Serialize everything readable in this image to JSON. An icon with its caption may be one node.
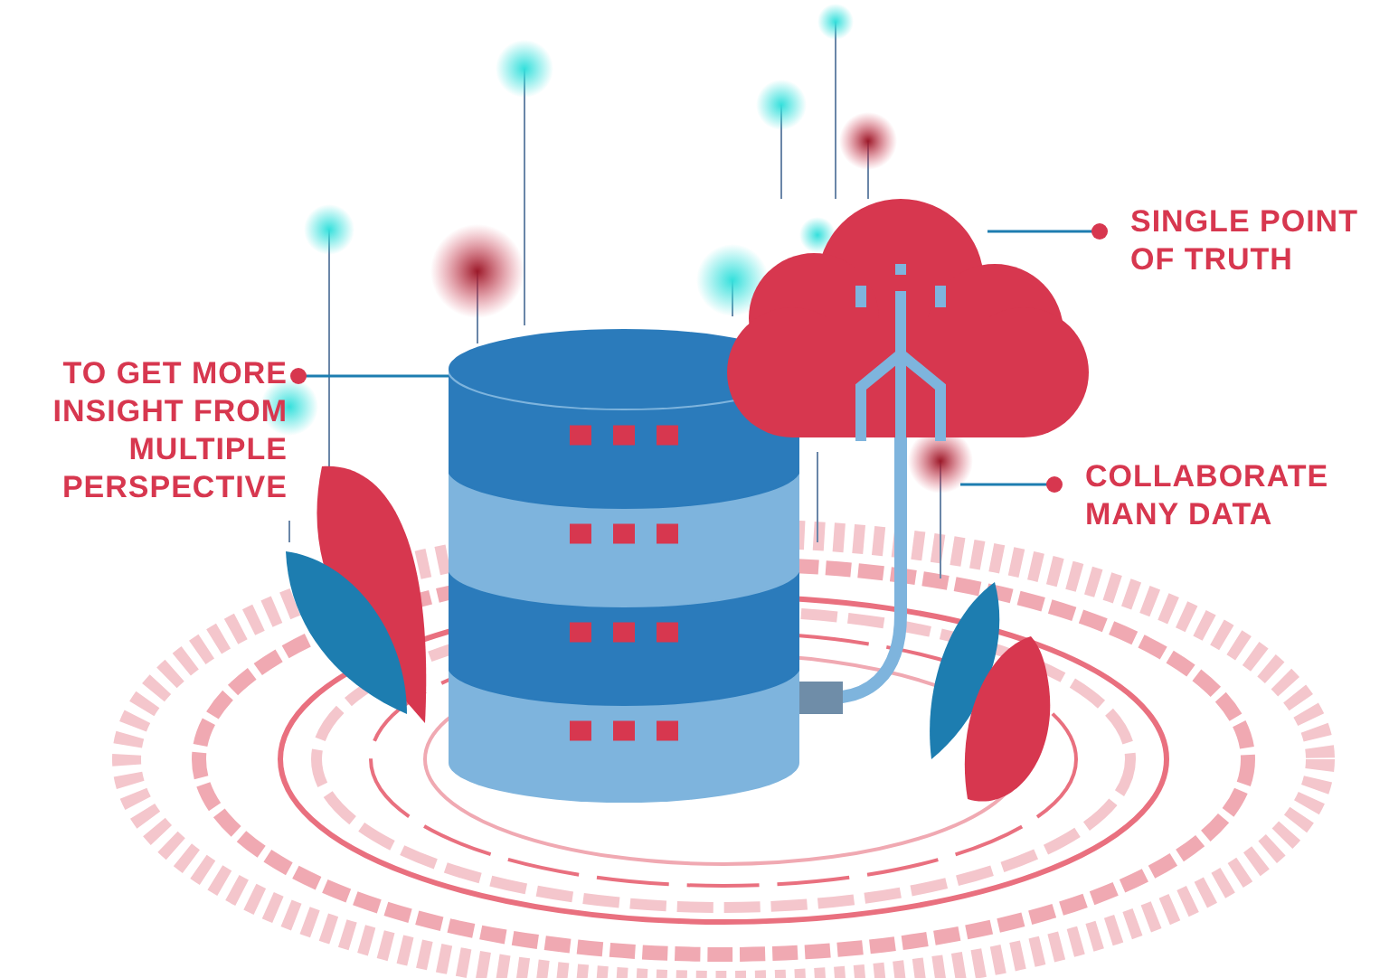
{
  "diagram": {
    "nodes": [
      {
        "text": [
          "TO GET MORE INSIGHT FROM MULTIPLE PERSPECTIVE"
        ]
      },
      {
        "text": [],
        "shape": "cylinder"
      },
      {
        "text": [
          "SINGLE POINT OF TRUTH"
        ]
      },
      {
        "text": [],
        "shape": "cloud"
      },
      {
        "text": [
          "COLLABORATE MANY DATA"
        ]
      }
    ],
    "edges": [
      {
        "from": 0,
        "to": 1,
        "arrow": "other"
      },
      {
        "from": 2,
        "to": 3,
        "arrow": "other"
      },
      {
        "from": 4,
        "to": null,
        "arrow": "other"
      },
      {
        "from": 3,
        "to": 1,
        "arrow": "other",
        "style": "thick",
        "color": "#7eb4dd"
      }
    ]
  }
}
